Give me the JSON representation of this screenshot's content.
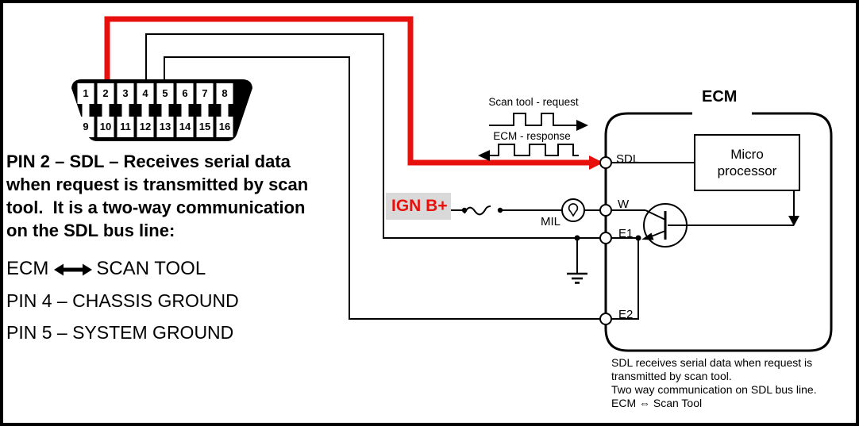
{
  "colors": {
    "accent_red": "#e8100c",
    "ign_box_bg": "#d9d9d9",
    "wire_black": "#000000"
  },
  "connector": {
    "pins_top": [
      "1",
      "2",
      "3",
      "4",
      "5",
      "6",
      "7",
      "8"
    ],
    "pins_bottom": [
      "9",
      "10",
      "11",
      "12",
      "13",
      "14",
      "15",
      "16"
    ]
  },
  "left_panel": {
    "pin2_lines": [
      "PIN 2 – SDL – Receives serial data",
      "when request is transmitted by scan",
      "tool.  It is a two-way communication",
      "on the SDL bus line:"
    ],
    "ecm_word": "ECM",
    "scan_tool_word": "SCAN TOOL",
    "pin4_text": "PIN 4 – CHASSIS GROUND",
    "pin5_text": "PIN 5 – SYSTEM GROUND"
  },
  "signals": {
    "request_label": "Scan tool - request",
    "response_label": "ECM - response"
  },
  "power": {
    "ign_label": "IGN B+",
    "mil_label": "MIL"
  },
  "ecm": {
    "title": "ECM",
    "micro_label": "Micro processor",
    "terminals": {
      "sdl": "SDL",
      "w": "W",
      "e1": "E1",
      "e2": "E2"
    }
  },
  "footnote": {
    "lines": [
      "SDL receives serial data when request is",
      "transmitted by scan tool.",
      "Two way communication on SDL bus line.",
      "ECM ⇔ Scan Tool"
    ]
  }
}
